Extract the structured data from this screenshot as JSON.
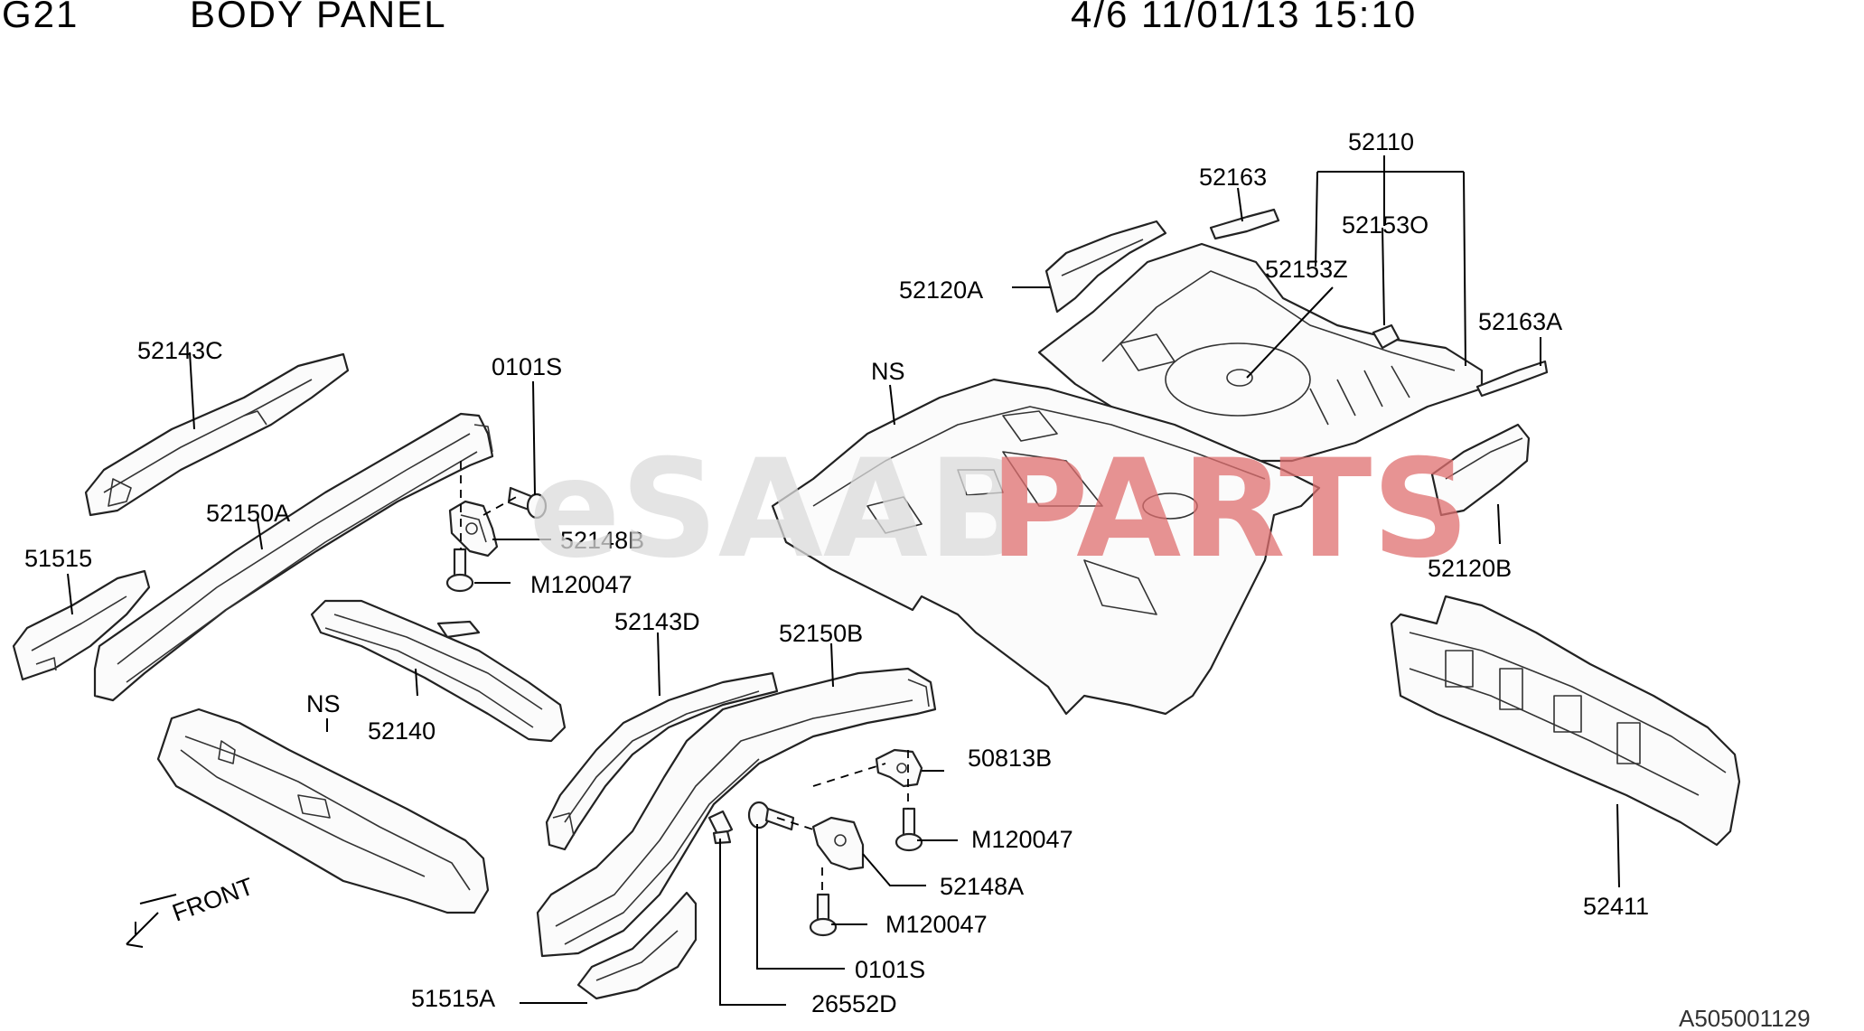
{
  "header": {
    "group": "G21",
    "title": "BODY PANEL",
    "date_info": "4/6 11/01/13 15:10"
  },
  "watermark": {
    "part1": "eSAAB",
    "part2": "PARTS",
    "color1": "#dcdcdc",
    "color2": "#e07070"
  },
  "callouts": {
    "p52143C": "52143C",
    "p52150A": "52150A",
    "p51515": "51515",
    "p0101S_top": "0101S",
    "p52148B": "52148B",
    "p_m120047_top": "M120047",
    "p52140": "52140",
    "ns_left": "NS",
    "front": "FRONT",
    "p52143D": "52143D",
    "p52150B": "52150B",
    "p50813B": "50813B",
    "p_m120047_mid": "M120047",
    "p52148A": "52148A",
    "p_m120047_low": "M120047",
    "p0101S_bottom": "0101S",
    "p26552D": "26552D",
    "p51515A": "51515A",
    "p52110": "52110",
    "p52163": "52163",
    "p52153O": "52153O",
    "p52153Z": "52153Z",
    "p52120A": "52120A",
    "p52163A": "52163A",
    "ns_right": "NS",
    "p52120B": "52120B",
    "p52411": "52411"
  },
  "diagram_code": "A505001129"
}
